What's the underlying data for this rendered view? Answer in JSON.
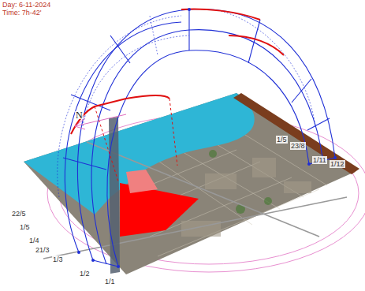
{
  "diagram": {
    "labels": [
      "Day: 6-11-2024",
      "Time: 7h-42'",
      "N",
      "22/5",
      "1/5",
      "1/4",
      "21/3",
      "1/3",
      "1/2",
      "1/1",
      "1/5",
      "23/8",
      "1/11",
      "1/12"
    ]
  }
}
